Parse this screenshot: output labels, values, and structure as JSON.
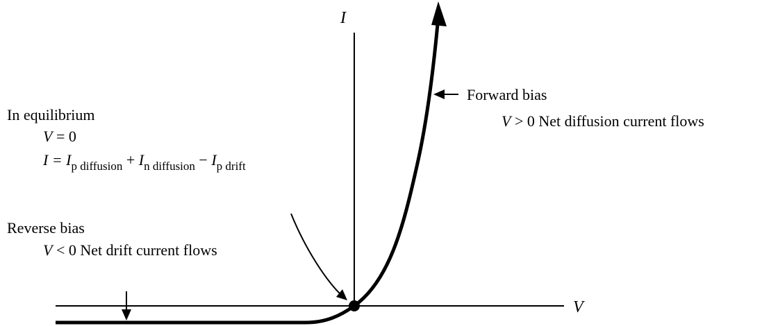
{
  "axes": {
    "y_label": "I",
    "x_label": "V"
  },
  "equilibrium": {
    "title": "In equilibrium",
    "voltage": {
      "var": "V",
      "rel": "= 0"
    },
    "current": {
      "lhs": "I = ",
      "t1_var": "I",
      "t1_sub": "p diffusion",
      "op1": " + ",
      "t2_var": "I",
      "t2_sub": "n diffusion",
      "op2": " − ",
      "t3_var": "I",
      "t3_sub": "p drift"
    }
  },
  "forward_bias": {
    "title": "Forward bias",
    "var": "V",
    "desc": " > 0 Net diffusion current flows"
  },
  "reverse_bias": {
    "title": "Reverse bias",
    "var": "V",
    "desc": " < 0 Net drift current flows"
  },
  "colors": {
    "ink": "#000000",
    "background": "#ffffff"
  }
}
